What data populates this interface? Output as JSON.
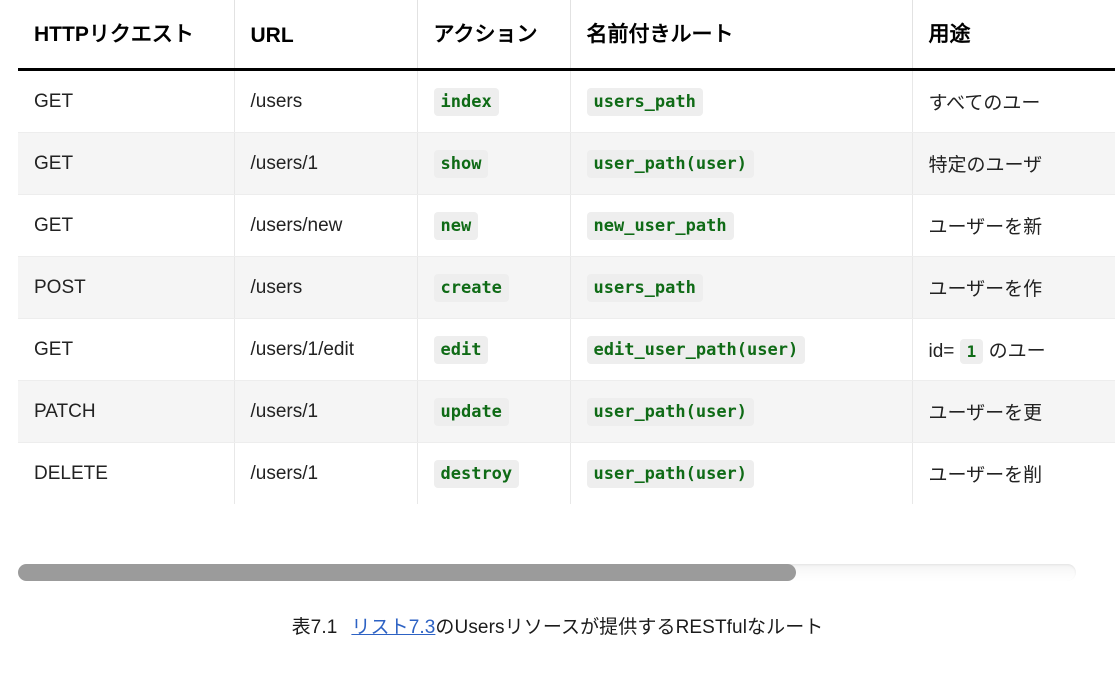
{
  "table": {
    "columns": [
      {
        "key": "method",
        "label": "HTTPリクエスト"
      },
      {
        "key": "url",
        "label": "URL"
      },
      {
        "key": "action",
        "label": "アクション"
      },
      {
        "key": "route",
        "label": "名前付きルート"
      },
      {
        "key": "use",
        "label": "用途"
      }
    ],
    "rows": [
      {
        "method": "GET",
        "url": "/users",
        "action": "index",
        "route": "users_path",
        "use_prefix": "すべてのユー",
        "use_code": "",
        "use_suffix": ""
      },
      {
        "method": "GET",
        "url": "/users/1",
        "action": "show",
        "route": "user_path(user)",
        "use_prefix": "特定のユーザ",
        "use_code": "",
        "use_suffix": ""
      },
      {
        "method": "GET",
        "url": "/users/new",
        "action": "new",
        "route": "new_user_path",
        "use_prefix": "ユーザーを新",
        "use_code": "",
        "use_suffix": ""
      },
      {
        "method": "POST",
        "url": "/users",
        "action": "create",
        "route": "users_path",
        "use_prefix": "ユーザーを作",
        "use_code": "",
        "use_suffix": ""
      },
      {
        "method": "GET",
        "url": "/users/1/edit",
        "action": "edit",
        "route": "edit_user_path(user)",
        "use_prefix": "id=",
        "use_code": "1",
        "use_suffix": "のユー"
      },
      {
        "method": "PATCH",
        "url": "/users/1",
        "action": "update",
        "route": "user_path(user)",
        "use_prefix": "ユーザーを更",
        "use_code": "",
        "use_suffix": ""
      },
      {
        "method": "DELETE",
        "url": "/users/1",
        "action": "destroy",
        "route": "user_path(user)",
        "use_prefix": "ユーザーを削",
        "use_code": "",
        "use_suffix": ""
      }
    ]
  },
  "scrollbar": {
    "orientation": "horizontal",
    "thumb_position": "left"
  },
  "caption": {
    "label": "表7.1",
    "link_text": "リスト7.3",
    "rest_text": "のUsersリソースが提供するRESTfulなルート"
  },
  "colors": {
    "code_text": "#0f6b16",
    "code_background": "#eeeeee",
    "link": "#2d62c4",
    "row_stripe": "#f5f5f5",
    "header_rule": "#000000",
    "scrollbar_thumb": "#9b9b9b"
  }
}
